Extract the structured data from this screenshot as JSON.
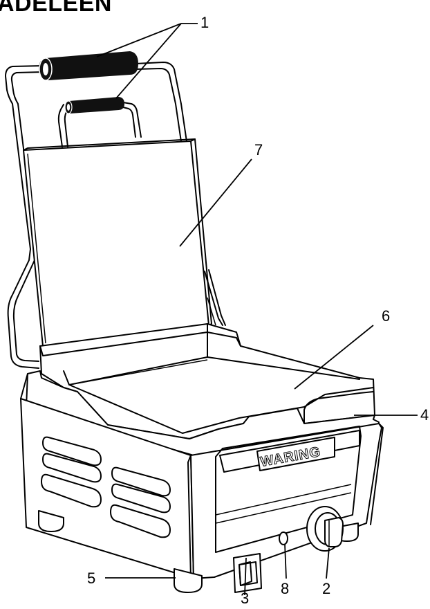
{
  "diagram": {
    "title": "ADELEEN",
    "brand_label": "WARING",
    "callouts": [
      {
        "id": "c1",
        "label": "1"
      },
      {
        "id": "c2",
        "label": "2"
      },
      {
        "id": "c3",
        "label": "3"
      },
      {
        "id": "c4",
        "label": "4"
      },
      {
        "id": "c5",
        "label": "5"
      },
      {
        "id": "c6",
        "label": "6"
      },
      {
        "id": "c7",
        "label": "7"
      },
      {
        "id": "c8",
        "label": "8"
      }
    ]
  }
}
